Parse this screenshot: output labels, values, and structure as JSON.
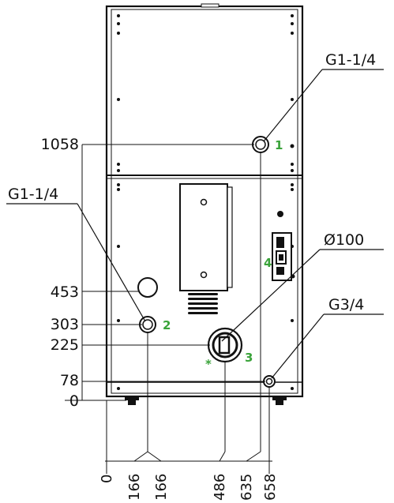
{
  "thread_labels": {
    "top_right": "G1-1/4",
    "left": "G1-1/4",
    "bottom_right": "G3/4",
    "diameter": "Ø100"
  },
  "vertical_dimensions": [
    "1058",
    "453",
    "303",
    "225",
    "78",
    "0"
  ],
  "horizontal_dimensions": [
    "0",
    "166",
    "166",
    "486",
    "635",
    "658"
  ],
  "connection_numbers": [
    "1",
    "2",
    "3",
    "4",
    "*"
  ],
  "colors": {
    "line": "#111111",
    "accent": "#3aa33a"
  }
}
